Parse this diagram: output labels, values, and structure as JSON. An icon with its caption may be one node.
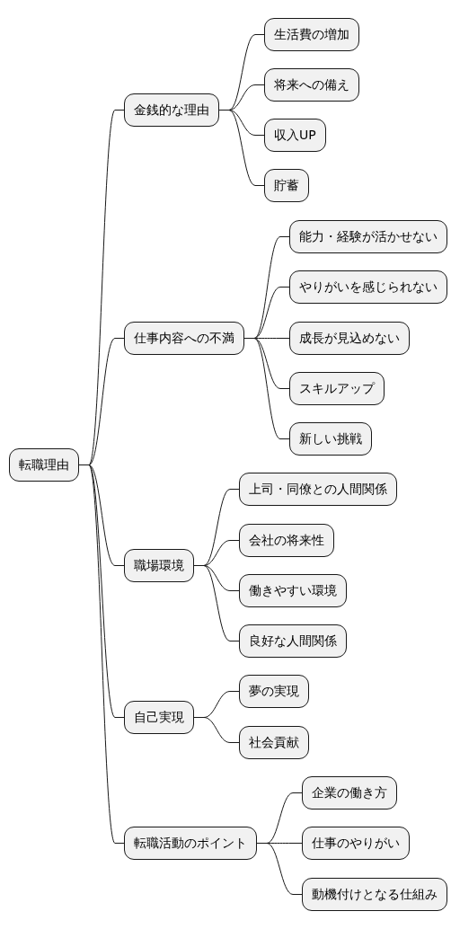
{
  "diagram": {
    "nodes": [
      {
        "text": [
          "転職理由"
        ]
      },
      {
        "text": [
          "金銭的な理由"
        ]
      },
      {
        "text": [
          "生活費の増加"
        ]
      },
      {
        "text": [
          "将来への備え"
        ]
      },
      {
        "text": [
          "収入UP"
        ]
      },
      {
        "text": [
          "貯蓄"
        ]
      },
      {
        "text": [
          "仕事内容への不満"
        ]
      },
      {
        "text": [
          "能力・経験が活かせない"
        ]
      },
      {
        "text": [
          "やりがいを感じられない"
        ]
      },
      {
        "text": [
          "成長が見込めない"
        ]
      },
      {
        "text": [
          "スキルアップ"
        ]
      },
      {
        "text": [
          "新しい挑戦"
        ]
      },
      {
        "text": [
          "職場環境"
        ]
      },
      {
        "text": [
          "上司・同僚との人間関係"
        ]
      },
      {
        "text": [
          "会社の将来性"
        ]
      },
      {
        "text": [
          "働きやすい環境"
        ]
      },
      {
        "text": [
          "良好な人間関係"
        ]
      },
      {
        "text": [
          "自己実現"
        ]
      },
      {
        "text": [
          "夢の実現"
        ]
      },
      {
        "text": [
          "社会貢献"
        ]
      },
      {
        "text": [
          "転職活動のポイント"
        ]
      },
      {
        "text": [
          "企業の働き方"
        ]
      },
      {
        "text": [
          "仕事のやりがい"
        ]
      },
      {
        "text": [
          "動機付けとなる仕組み"
        ]
      }
    ],
    "edges": [
      {
        "from": 0,
        "to": 1,
        "arrow": "none"
      },
      {
        "from": 1,
        "to": 2,
        "arrow": "none"
      },
      {
        "from": 1,
        "to": 3,
        "arrow": "none"
      },
      {
        "from": 1,
        "to": 4,
        "arrow": "none"
      },
      {
        "from": 1,
        "to": 5,
        "arrow": "none"
      },
      {
        "from": 0,
        "to": 6,
        "arrow": "none"
      },
      {
        "from": 6,
        "to": 7,
        "arrow": "none"
      },
      {
        "from": 6,
        "to": 8,
        "arrow": "none"
      },
      {
        "from": 6,
        "to": 9,
        "arrow": "none"
      },
      {
        "from": 6,
        "to": 10,
        "arrow": "none"
      },
      {
        "from": 6,
        "to": 11,
        "arrow": "none"
      },
      {
        "from": 0,
        "to": 12,
        "arrow": "none"
      },
      {
        "from": 12,
        "to": 13,
        "arrow": "none"
      },
      {
        "from": 12,
        "to": 14,
        "arrow": "none"
      },
      {
        "from": 12,
        "to": 15,
        "arrow": "none"
      },
      {
        "from": 12,
        "to": 16,
        "arrow": "none"
      },
      {
        "from": 0,
        "to": 17,
        "arrow": "none"
      },
      {
        "from": 17,
        "to": 18,
        "arrow": "none"
      },
      {
        "from": 17,
        "to": 19,
        "arrow": "none"
      },
      {
        "from": 0,
        "to": 20,
        "arrow": "none"
      },
      {
        "from": 20,
        "to": 21,
        "arrow": "none"
      },
      {
        "from": 20,
        "to": 22,
        "arrow": "none"
      },
      {
        "from": 20,
        "to": 23,
        "arrow": "none"
      }
    ]
  }
}
